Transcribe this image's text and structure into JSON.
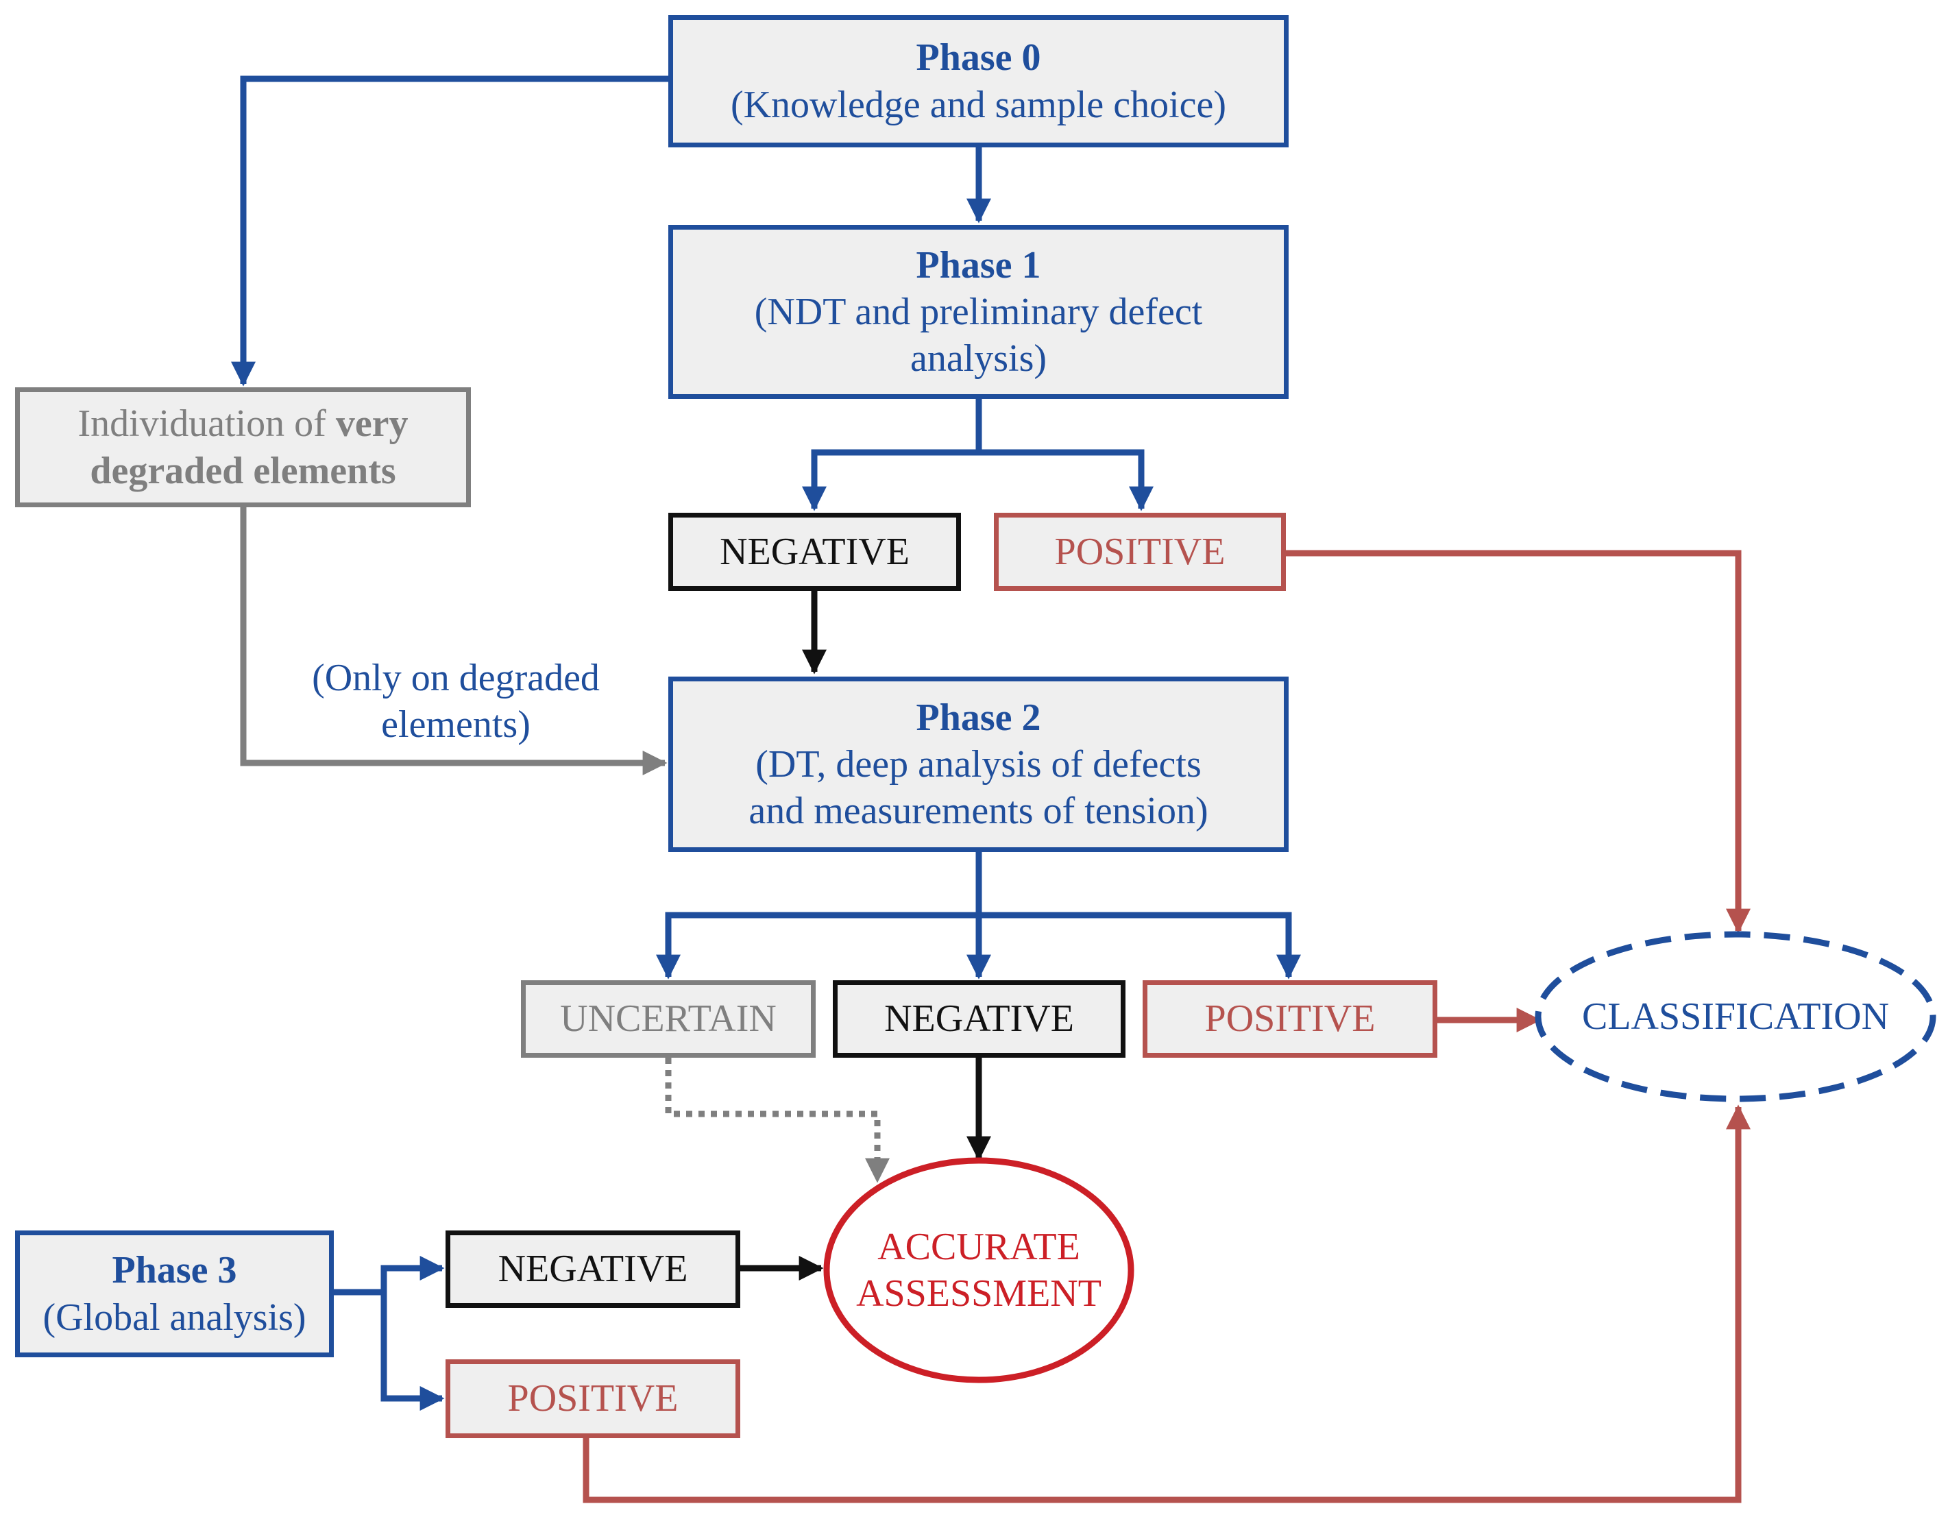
{
  "nodes": {
    "phase0": {
      "title": "Phase 0",
      "subtitle": "(Knowledge and sample choice)"
    },
    "phase1": {
      "title": "Phase 1",
      "subtitle_line1": "(NDT and preliminary defect",
      "subtitle_line2": "analysis)"
    },
    "individuation": {
      "text_prefix": "Individuation of ",
      "text_bold1": "very",
      "text_bold2": "degraded elements"
    },
    "negative1": {
      "label": "NEGATIVE"
    },
    "positive1": {
      "label": "POSITIVE"
    },
    "only_degraded": {
      "line1": "(Only on degraded",
      "line2": "elements)"
    },
    "phase2": {
      "title": "Phase 2",
      "subtitle_line1": "(DT, deep analysis of defects",
      "subtitle_line2": "and measurements of tension)"
    },
    "uncertain": {
      "label": "UNCERTAIN"
    },
    "negative2": {
      "label": "NEGATIVE"
    },
    "positive2": {
      "label": "POSITIVE"
    },
    "classification": {
      "label": "CLASSIFICATION"
    },
    "accurate": {
      "line1": "ACCURATE",
      "line2": "ASSESSMENT"
    },
    "phase3": {
      "title": "Phase 3",
      "subtitle": "(Global analysis)"
    },
    "negative3": {
      "label": "NEGATIVE"
    },
    "positive3": {
      "label": "POSITIVE"
    }
  },
  "colors": {
    "blue": "#1f4e9c",
    "gray": "#7f7f7f",
    "black": "#111111",
    "red_box": "#b5524e",
    "red_ellipse": "#cc1f26",
    "box_fill": "#efefef"
  }
}
